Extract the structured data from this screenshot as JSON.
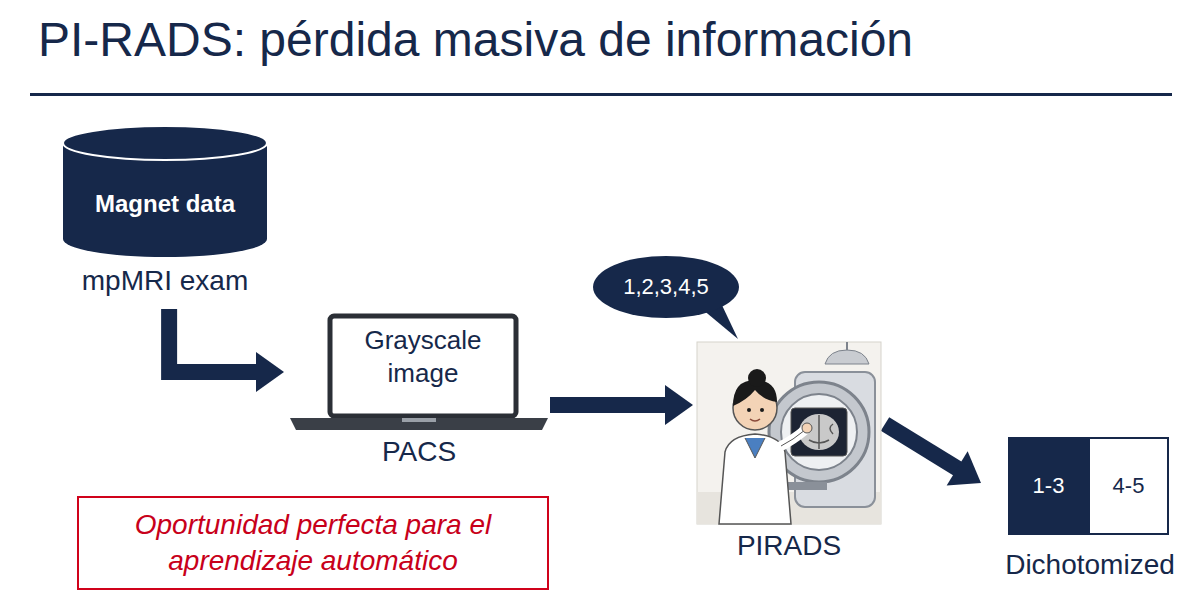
{
  "diagram": {
    "title": "PI-RADS: pérdida masiva de información",
    "nodes": [
      {
        "text": [
          "Magnet data",
          "mpMRI exam"
        ]
      },
      {
        "text": [
          "Grayscale image",
          "PACS"
        ]
      },
      {
        "text": [
          "1,2,3,4,5"
        ]
      },
      {
        "text": [
          "PIRADS"
        ]
      },
      {
        "text": [
          "Dichotomized"
        ]
      },
      {
        "text": [
          "1-3"
        ],
        "in": 4
      },
      {
        "text": [
          "4-5"
        ],
        "in": 4
      },
      {
        "text": [
          "Oportunidad perfecta para el aprendizaje automático"
        ]
      }
    ],
    "edges": [
      {
        "from": 0,
        "to": 1,
        "arrow": "to"
      },
      {
        "from": 1,
        "to": 3,
        "arrow": "to"
      },
      {
        "from": 3,
        "to": 4,
        "arrow": "to"
      }
    ]
  }
}
